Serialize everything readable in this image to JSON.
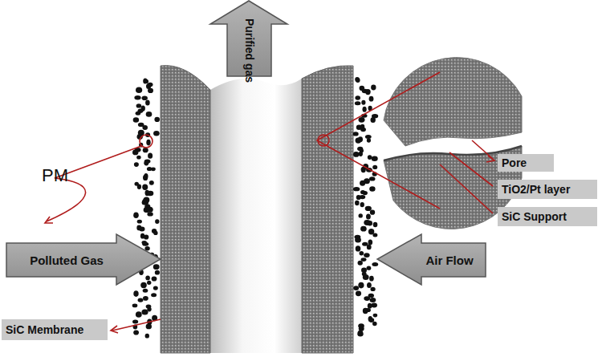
{
  "diagram": {
    "nodes": [
      {
        "text": [
          "Purified gas"
        ]
      },
      {
        "text": [
          "Polluted Gas"
        ]
      },
      {
        "text": [
          "Air Flow"
        ]
      },
      {
        "text": [
          "SiC Membrane"
        ]
      },
      {
        "text": [
          "Pore"
        ]
      },
      {
        "text": [
          "TiO2/Pt layer"
        ]
      },
      {
        "text": [
          "SiC Support"
        ]
      }
    ],
    "labels": [
      "PM"
    ]
  }
}
